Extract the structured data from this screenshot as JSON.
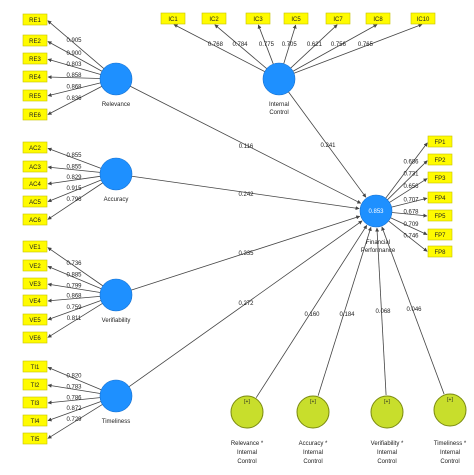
{
  "colors": {
    "indicator_fill": "#fffb00",
    "indicator_border": "#c9c400",
    "construct_fill": "#1e90ff",
    "moderator_fill": "#c8de2c",
    "moderator_border": "#7a8a10",
    "arrow": "#444444",
    "text": "#222222"
  },
  "constructs": {
    "relevance": {
      "label": "Relevance"
    },
    "accuracy": {
      "label": "Accuracy"
    },
    "verifiability": {
      "label": "Verifiability"
    },
    "timeliness": {
      "label": "Timeliness"
    },
    "internal_control": {
      "label_lines": [
        "Internal",
        "Control"
      ]
    },
    "financial_performance": {
      "label_lines": [
        "Financial",
        "Performance"
      ],
      "r2": "0.853"
    }
  },
  "indicators": {
    "relevance": {
      "items": [
        "RE1",
        "RE2",
        "RE3",
        "RE4",
        "RE5",
        "RE6"
      ],
      "loadings": [
        "0.905",
        "0.900",
        "0.803",
        "0.858",
        "0.868",
        "0.836"
      ]
    },
    "accuracy": {
      "items": [
        "AC2",
        "AC3",
        "AC4",
        "AC5",
        "AC6"
      ],
      "loadings": [
        "0.855",
        "0.855",
        "0.829",
        "0.915",
        "0.796"
      ]
    },
    "verifiability": {
      "items": [
        "VE1",
        "VE2",
        "VE3",
        "VE4",
        "VE5",
        "VE6"
      ],
      "loadings": [
        "0.736",
        "0.885",
        "0.799",
        "0.868",
        "0.759",
        "0.811"
      ]
    },
    "timeliness": {
      "items": [
        "TI1",
        "TI2",
        "TI3",
        "TI4",
        "TI5"
      ],
      "loadings": [
        "0.820",
        "0.783",
        "0.786",
        "0.872",
        "0.729"
      ]
    },
    "internal_control": {
      "items": [
        "IC1",
        "IC2",
        "IC3",
        "IC5",
        "IC7",
        "IC8",
        "IC10"
      ],
      "loadings": [
        "0.768",
        "0.784",
        "0.775",
        "0.705",
        "0.621",
        "0.756",
        "0.765"
      ]
    },
    "financial_performance": {
      "items": [
        "FP1",
        "FP2",
        "FP3",
        "FP4",
        "FP5",
        "FP7",
        "FP8"
      ],
      "loadings": [
        "0.686",
        "0.731",
        "0.656",
        "0.707",
        "0.678",
        "0.709",
        "0.746"
      ]
    }
  },
  "paths": {
    "relevance": "0.116",
    "accuracy": "0.242",
    "verifiability": "0.335",
    "timeliness": "0.272",
    "internal_control": "0.241",
    "mod_relevance": "0.160",
    "mod_accuracy": "0.184",
    "mod_verifiability": "0.068",
    "mod_timeliness": "0.046"
  },
  "moderators": [
    {
      "symbol": "[+]",
      "label_lines": [
        "Relevance *",
        "Internal",
        "Control"
      ]
    },
    {
      "symbol": "[+]",
      "label_lines": [
        "Accuracy *",
        "Internal",
        "Control"
      ]
    },
    {
      "symbol": "[+]",
      "label_lines": [
        "Verifiability *",
        "Internal",
        "Control"
      ]
    },
    {
      "symbol": "[+]",
      "label_lines": [
        "Timeliness *",
        "Internal",
        "Control"
      ]
    }
  ]
}
